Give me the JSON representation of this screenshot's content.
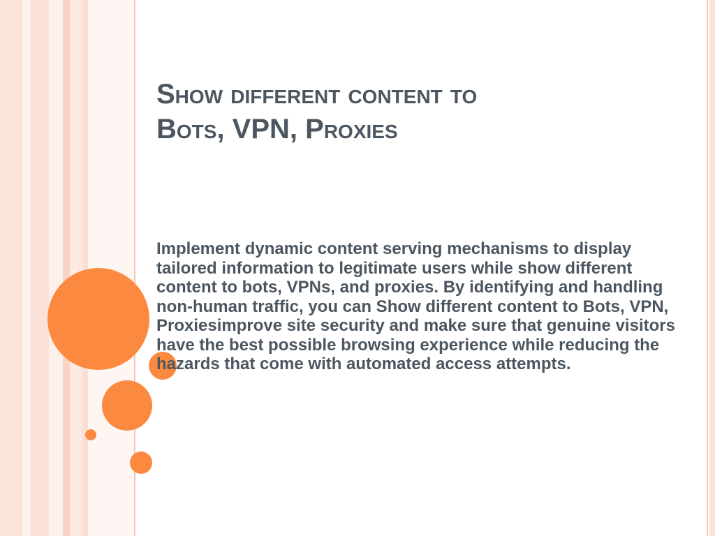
{
  "slide": {
    "title_line1": "Show different content to",
    "title_line2": "Bots, VPN, Proxies",
    "body": "Implement dynamic content serving mechanisms to display tailored information to legitimate users while show different content to bots, VPNs, and proxies. By identifying and handling non-human traffic, you can Show different content to Bots, VPN, Proxiesimprove site security and make sure that genuine visitors have the best possible browsing experience while reducing the hazards that come with automated access attempts."
  },
  "colors": {
    "accent": "#fb8a40",
    "text": "#4c5660",
    "stripe": "#fbe3da"
  }
}
